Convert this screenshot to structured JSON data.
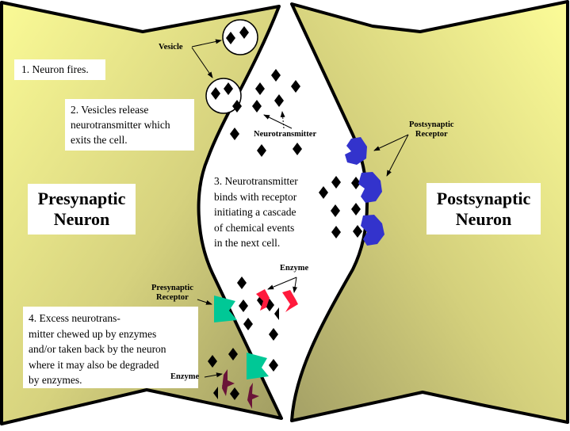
{
  "diagram": {
    "title": "Synaptic transmission",
    "colors": {
      "neuron_fill_light": "#f8f890",
      "neuron_fill_dark": "#a8a468",
      "outline": "#000000",
      "cleft": "#ffffff",
      "neurotransmitter": "#000000",
      "postsynaptic_receptor": "#3333cc",
      "presynaptic_receptor": "#00c896",
      "enzyme_cleft": "#ff1a3c",
      "enzyme_presynaptic": "#6a1438"
    },
    "presynaptic_neuron": {
      "label_line1": "Presynaptic",
      "label_line2": "Neuron"
    },
    "postsynaptic_neuron": {
      "label_line1": "Postsynaptic",
      "label_line2": "Neuron"
    },
    "steps": [
      {
        "lines": [
          "1. Neuron fires."
        ]
      },
      {
        "lines": [
          "2. Vesicles release",
          "neurotransmitter which",
          "exits the cell."
        ]
      },
      {
        "lines": [
          "3. Neurotransmitter",
          "binds with receptor",
          "initiating a cascade",
          "of chemical events",
          "in the next cell."
        ]
      },
      {
        "lines": [
          "4. Excess neurotrans-",
          "mitter chewed up by enzymes",
          "and/or taken back by the neuron",
          "where it may also be degraded",
          "by enzymes."
        ]
      }
    ],
    "labels": {
      "vesicle": "Vesicle",
      "neurotransmitter": "Neurotransmitter",
      "postsynaptic_receptor_line1": "Postsynaptic",
      "postsynaptic_receptor_line2": "Receptor",
      "presynaptic_receptor_line1": "Presynaptic",
      "presynaptic_receptor_line2": "Receptor",
      "enzyme_cleft": "Enzyme",
      "enzyme_presynaptic": "Enzyme"
    }
  }
}
